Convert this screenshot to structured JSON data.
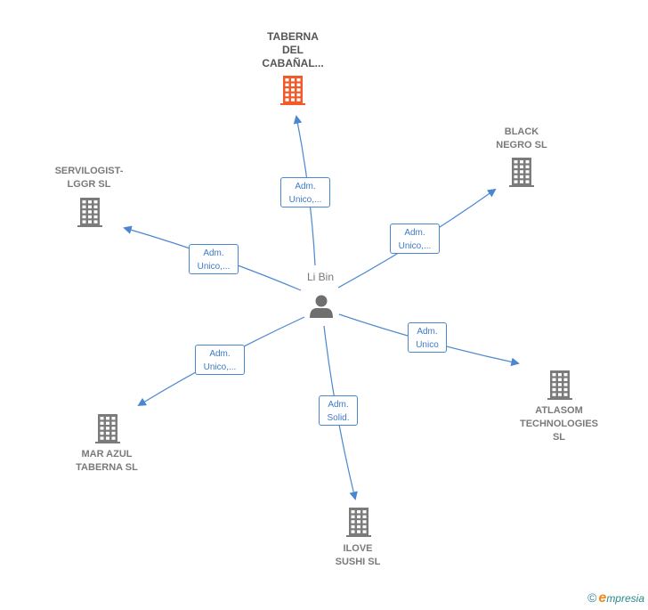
{
  "center": {
    "name": "Li Bin",
    "icon": "person-icon"
  },
  "colors": {
    "edge": "#4a87d0",
    "main_building": "#f25a2a",
    "building": "#7b7b7b",
    "person": "#6f6f6f"
  },
  "nodes": [
    {
      "id": "taberna-cabanal",
      "lines": [
        "TABERNA",
        "DEL",
        "CABAÑAL..."
      ],
      "main": true,
      "icon": "building-icon"
    },
    {
      "id": "black-negro",
      "lines": [
        "BLACK",
        "NEGRO  SL"
      ],
      "main": false,
      "icon": "building-icon"
    },
    {
      "id": "servilogist",
      "lines": [
        "SERVILOGIST-",
        "LGGR SL"
      ],
      "main": false,
      "icon": "building-icon"
    },
    {
      "id": "atlasom",
      "lines": [
        "ATLASOM",
        "TECHNOLOGIES",
        "SL"
      ],
      "main": false,
      "icon": "building-icon"
    },
    {
      "id": "mar-azul",
      "lines": [
        "MAR AZUL",
        "TABERNA  SL"
      ],
      "main": false,
      "icon": "building-icon"
    },
    {
      "id": "ilove-sushi",
      "lines": [
        "ILOVE",
        "SUSHI SL"
      ],
      "main": false,
      "icon": "building-icon"
    }
  ],
  "edges": [
    {
      "to": "taberna-cabanal",
      "lines": [
        "Adm.",
        "Unico,..."
      ]
    },
    {
      "to": "black-negro",
      "lines": [
        "Adm.",
        "Unico,..."
      ]
    },
    {
      "to": "servilogist",
      "lines": [
        "Adm.",
        "Unico,..."
      ]
    },
    {
      "to": "atlasom",
      "lines": [
        "Adm.",
        "Unico"
      ]
    },
    {
      "to": "mar-azul",
      "lines": [
        "Adm.",
        "Unico,..."
      ]
    },
    {
      "to": "ilove-sushi",
      "lines": [
        "Adm.",
        "Solid."
      ]
    }
  ],
  "footer": {
    "copyright": "©",
    "brand_initial": "e",
    "brand_rest": "mpresia"
  }
}
